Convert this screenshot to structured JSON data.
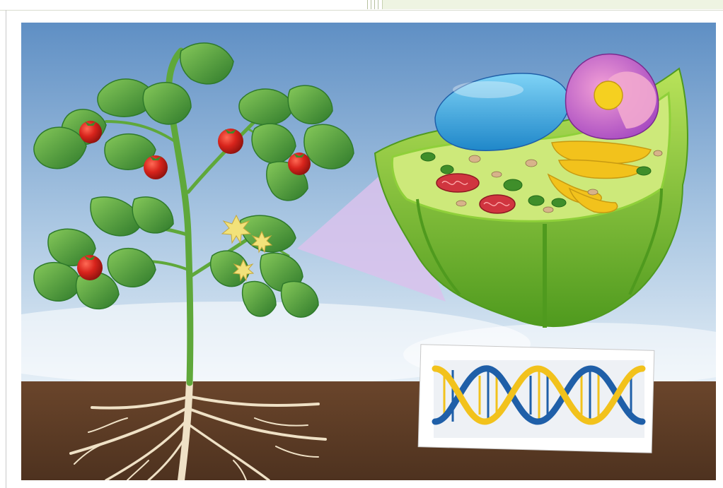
{
  "scene": {
    "subjects": [
      "tomato-plant",
      "plant-cell",
      "dna-double-helix"
    ],
    "colors": {
      "sky_top": "#5f8fc4",
      "sky_bottom": "#e4eef6",
      "soil": "#5b3b24",
      "root": "#efe1c6",
      "leaf": "#5fae45",
      "leaf_dark": "#2f7a2b",
      "tomato": "#d8241c",
      "flower": "#f2e27a",
      "cell_wall": "#8fd03a",
      "cytoplasm": "#cde97a",
      "vacuole": "#3aa6e0",
      "nucleus": "#c06bd1",
      "nucleolus": "#f5d020",
      "golgi": "#f2c21c",
      "mitochondria": "#d0353f",
      "callout": "#d9c2ec",
      "dna_blue": "#1f5fa8",
      "dna_yellow": "#f2c21c"
    }
  }
}
